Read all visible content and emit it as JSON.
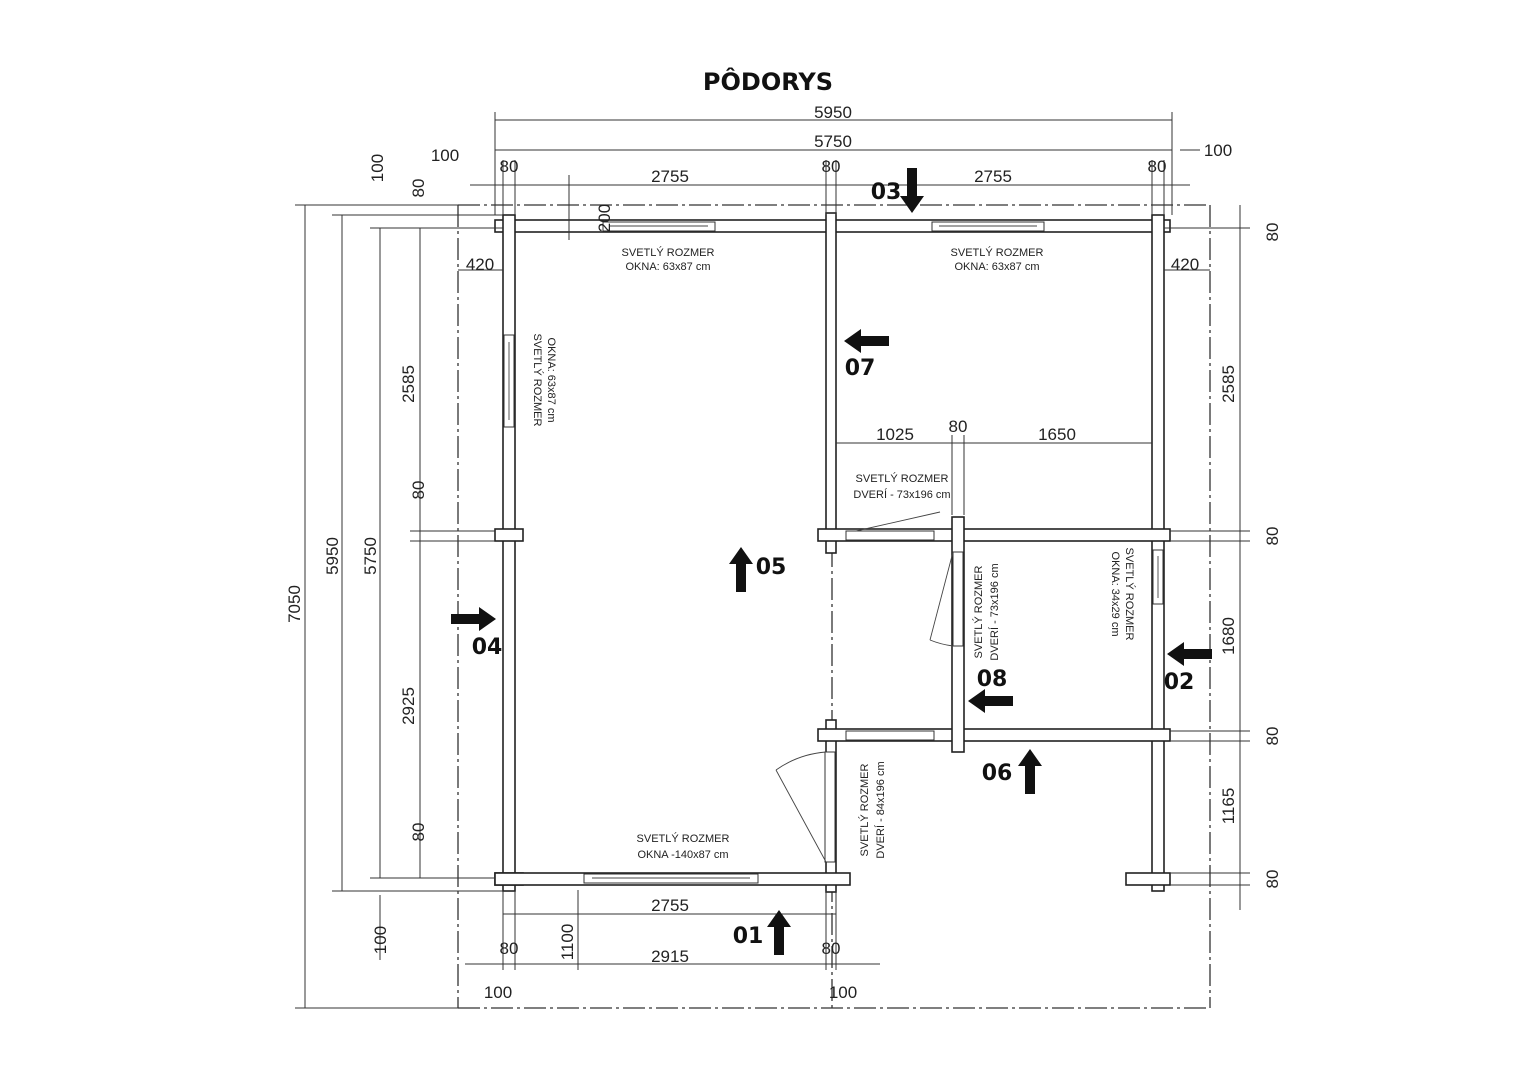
{
  "title": "PÔDORYS",
  "dimensions": {
    "top_overall": "5950",
    "top_inner": "5750",
    "top_left_offset": "100",
    "top_right_offset": "100",
    "top_wall_left": "80",
    "top_wall_mid": "80",
    "top_wall_right": "80",
    "top_span_left": "2755",
    "top_span_right": "2755",
    "top_window_offset": "200",
    "left_top_100": "100",
    "left_top_80": "80",
    "overhang_left": "420",
    "overhang_right": "420",
    "left_2585": "2585",
    "left_80_mid": "80",
    "left_2925": "2925",
    "left_80_bottom": "80",
    "left_bottom_100": "100",
    "left_5950": "5950",
    "left_5750": "5750",
    "left_7050": "7050",
    "right_80_top": "80",
    "right_2585": "2585",
    "right_80_mid": "80",
    "right_1680": "1680",
    "right_80_lower": "80",
    "right_1165": "1165",
    "right_80_bottom": "80",
    "inner_1025": "1025",
    "inner_80": "80",
    "inner_1650": "1650",
    "bottom_2755": "2755",
    "bottom_1100": "1100",
    "bottom_80_left": "80",
    "bottom_80_right": "80",
    "bottom_2915": "2915",
    "bottom_100_left": "100",
    "bottom_100_right": "100"
  },
  "notes": {
    "top_left_window": [
      "SVETLÝ ROZMER",
      "OKNA: 63x87 cm"
    ],
    "top_right_window": [
      "SVETLÝ ROZMER",
      "OKNA: 63x87 cm"
    ],
    "left_window": [
      "SVETLÝ ROZMER",
      "OKNA: 63x87 cm"
    ],
    "inner_door": [
      "SVETLÝ ROZMER",
      "DVERÍ - 73x196 cm"
    ],
    "side_door": [
      "SVETLÝ ROZMER",
      "DVERÍ - 73x196 cm"
    ],
    "right_window": [
      "SVETLÝ ROZMER",
      "OKNA: 34x29 cm"
    ],
    "bottom_window": [
      "SVETLÝ ROZMER",
      "OKNA -140x87 cm"
    ],
    "main_door": [
      "SVETLÝ ROZMER",
      "DVERÍ - 84x196 cm"
    ]
  },
  "markers": {
    "m01": "01",
    "m02": "02",
    "m03": "03",
    "m04": "04",
    "m05": "05",
    "m06": "06",
    "m07": "07",
    "m08": "08"
  }
}
